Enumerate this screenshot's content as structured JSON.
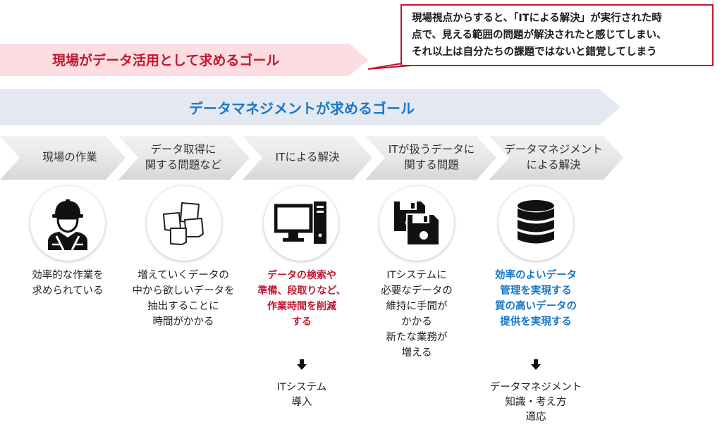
{
  "callout": {
    "lines": [
      "現場視点からすると、「ITによる解決」が実行された時",
      "点で、見える範囲の問題が解決されたと感じてしまい、",
      "それ以上は自分たちの課題ではないと錯覚してしまう"
    ],
    "border_color": "#c0182e"
  },
  "banners": {
    "field_goal": {
      "text": "現場がデータ活用として求めるゴール",
      "color": "#c0182e",
      "fill": "#fbdde2"
    },
    "dm_goal": {
      "text": "データマネジメントが求めるゴール",
      "color": "#1778c8",
      "fill": "#e4e8f0"
    }
  },
  "stages": [
    {
      "label_lines": [
        "現場の作業"
      ],
      "icon": "worker-icon",
      "desc_lines": [
        "効率的な作業を",
        "求められている"
      ],
      "desc_style": "normal"
    },
    {
      "label_lines": [
        "データ取得に",
        "関する問題など"
      ],
      "icon": "sticky-notes-icon",
      "desc_lines": [
        "増えていくデータの",
        "中から欲しいデータを",
        "抽出することに",
        "時間がかかる"
      ],
      "desc_style": "normal"
    },
    {
      "label_lines": [
        "ITによる解決"
      ],
      "icon": "computer-icon",
      "desc_lines": [
        "データの検索や",
        "準備、段取りなど、",
        "作業時間を削減",
        "する"
      ],
      "desc_style": "red",
      "result_lines": [
        "ITシステム",
        "導入"
      ]
    },
    {
      "label_lines": [
        "ITが扱うデータに",
        "関する問題"
      ],
      "icon": "floppy-disks-icon",
      "desc_lines": [
        "ITシステムに",
        "必要なデータの",
        "維持に手間が",
        "かかる",
        "新たな業務が",
        "増える"
      ],
      "desc_style": "normal"
    },
    {
      "label_lines": [
        "データマネジメント",
        "による解決"
      ],
      "icon": "database-icon",
      "desc_lines": [
        "効率のよいデータ",
        "管理を実現する",
        "質の高いデータの",
        "提供を実現する"
      ],
      "desc_style": "blue",
      "result_lines": [
        "データマネジメント",
        "知識・考え方",
        "適応"
      ]
    }
  ]
}
